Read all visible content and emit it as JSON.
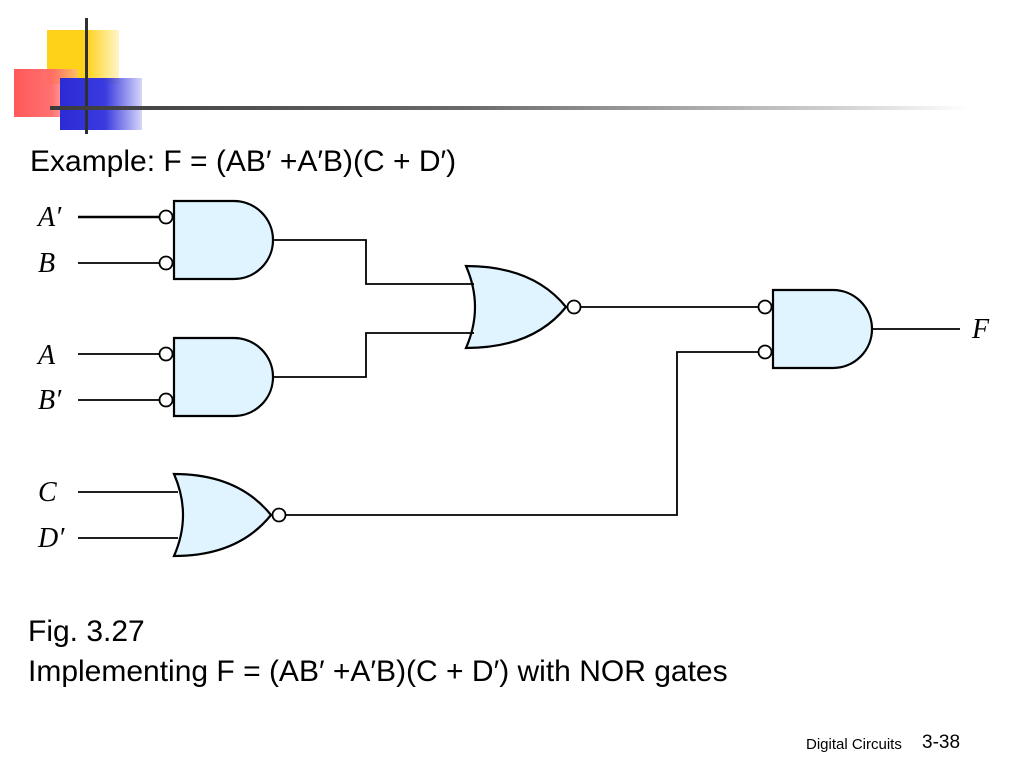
{
  "heading": "Example: F = (AB′ +A′B)(C + D′)",
  "diagram": {
    "inputs": {
      "a_prime": "A′",
      "b": "B",
      "a": "A",
      "b_prime": "B′",
      "c": "C",
      "d_prime": "D′"
    },
    "output": "F",
    "gate_fill": "#dff4ff"
  },
  "caption": {
    "fig": "Fig. 3.27",
    "description": "Implementing F = (AB′ +A′B)(C + D′) with NOR gates"
  },
  "footer": {
    "label": "Digital Circuits",
    "page": "3-38"
  },
  "colors": {
    "yellow": "#ffd21a",
    "red": "#ff5050",
    "blue": "#2b2bd6"
  }
}
